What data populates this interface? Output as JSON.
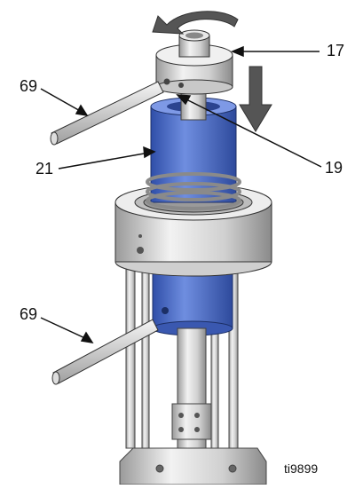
{
  "callouts": {
    "c17": "17",
    "c19": "19",
    "c21": "21",
    "c69_top": "69",
    "c69_bottom": "69"
  },
  "figure_id": "ti9899",
  "colors": {
    "sleeve_blue": "#4f6fc9",
    "metal_light": "#e6e6e6",
    "metal_mid": "#bdbdbd",
    "metal_dark": "#8c8c8c",
    "arrow_dark": "#555555",
    "line": "#111111"
  },
  "icons": {
    "rotation": "curved-arrow-counterclockwise",
    "press_down": "down-arrow"
  }
}
